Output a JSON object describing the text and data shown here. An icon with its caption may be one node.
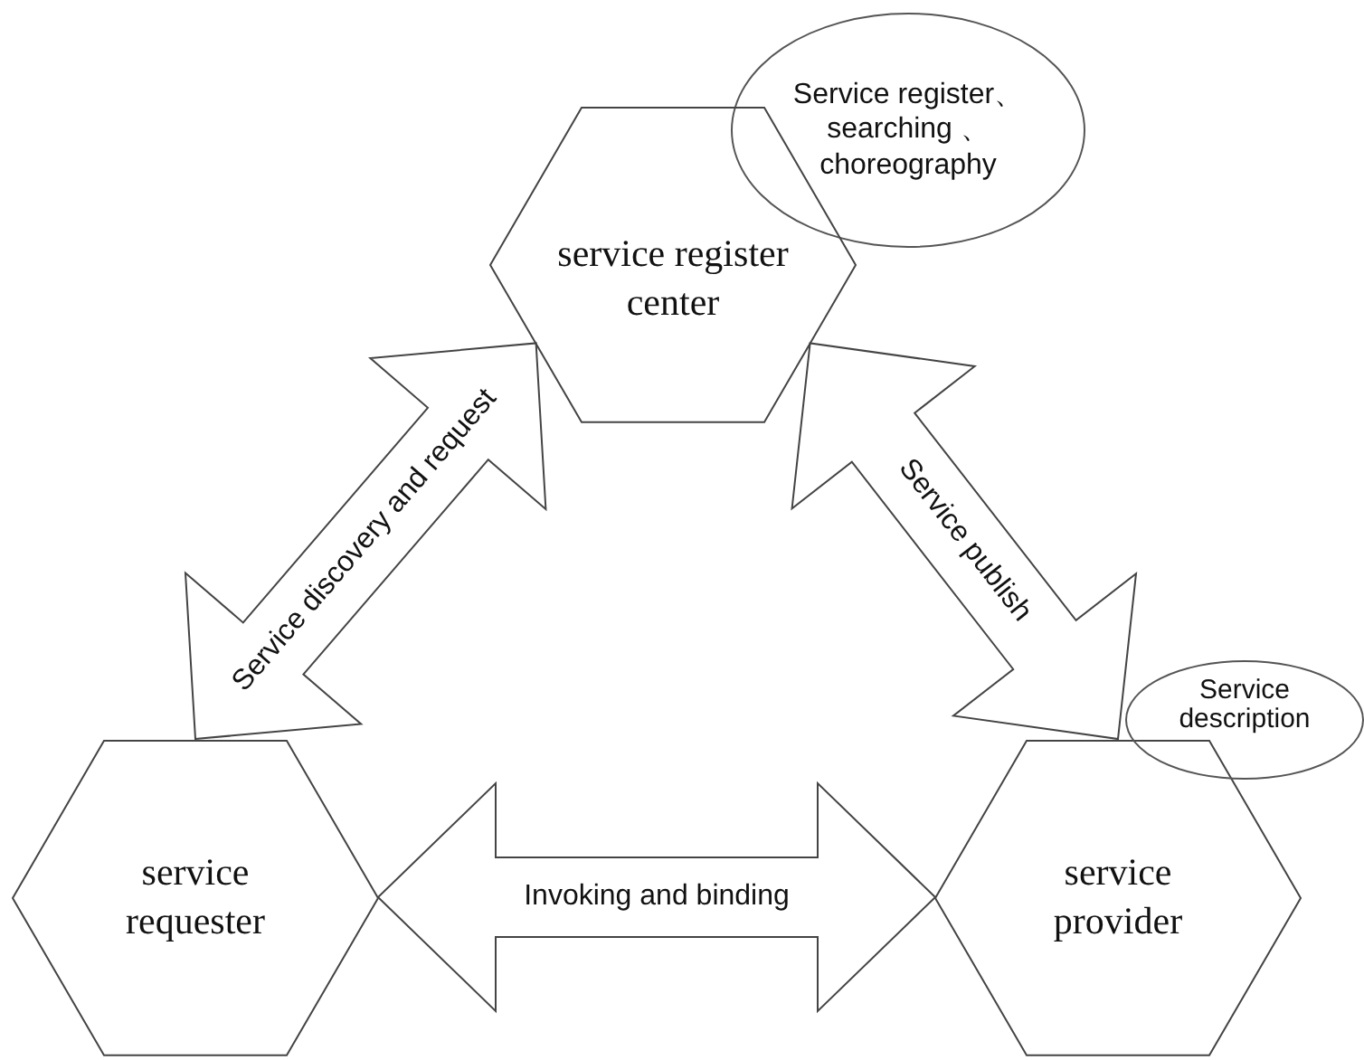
{
  "diagram": {
    "nodes": [
      {
        "text": [
          "Service register、 searching 、 choreography"
        ]
      },
      {
        "text": [
          "service register center"
        ]
      },
      {
        "text": [
          "service requester"
        ]
      },
      {
        "text": [
          "service provider"
        ]
      },
      {
        "text": [
          "Service description"
        ]
      }
    ],
    "edges": [
      {
        "from": 2,
        "to": 1,
        "arrow": "both",
        "label": "Service discovery and request"
      },
      {
        "from": 1,
        "to": 3,
        "arrow": "both",
        "label": "Service publish"
      },
      {
        "from": 2,
        "to": 3,
        "arrow": "both",
        "label": "Invoking and binding"
      }
    ]
  }
}
